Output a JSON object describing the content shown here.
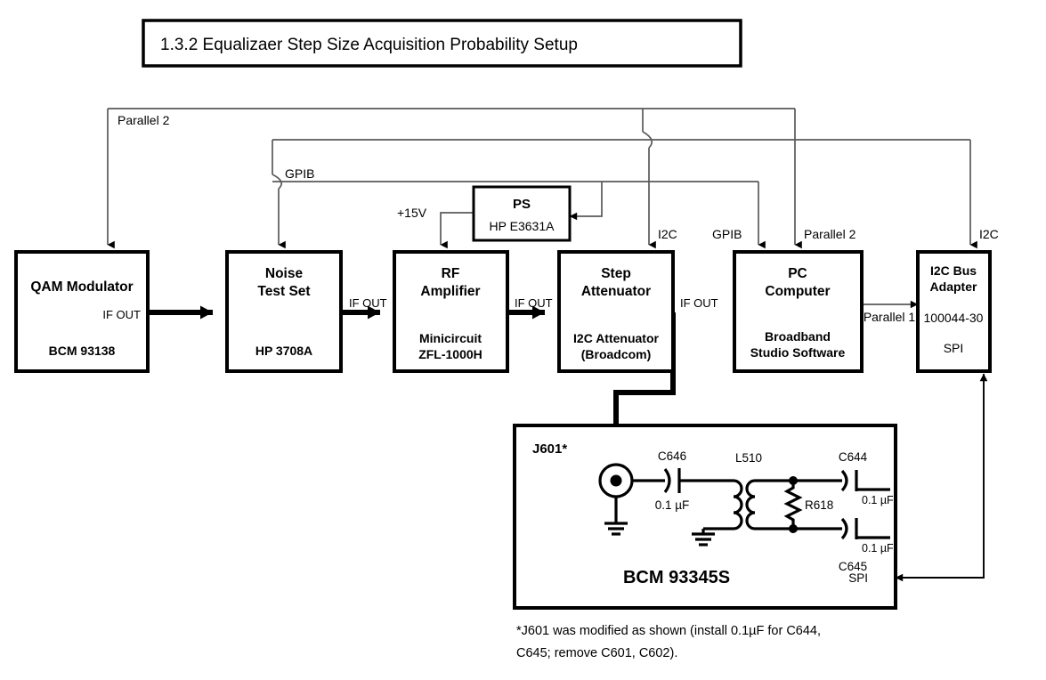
{
  "title": "1.3.2 Equalizaer Step Size Acquisition Probability Setup",
  "blocks": {
    "qam_modulator": {
      "line1": "QAM Modulator",
      "port_out": "IF OUT",
      "model": "BCM 93138"
    },
    "noise_test_set": {
      "line1": "Noise",
      "line2": "Test Set",
      "model": "HP 3708A",
      "port_out": "IF OUT"
    },
    "rf_amplifier": {
      "line1": "RF",
      "line2": "Amplifier",
      "model1": "Minicircuit",
      "model2": "ZFL-1000H",
      "port_out": "IF OUT"
    },
    "step_attenuator": {
      "line1": "Step",
      "line2": "Attenuator",
      "model1": "I2C Attenuator",
      "model2": "(Broadcom)",
      "port_out": "IF OUT"
    },
    "pc_computer": {
      "line1": "PC",
      "line2": "Computer",
      "model1": "Broadband",
      "model2": "Studio Software"
    },
    "i2c_bus_adapter": {
      "line1": "I2C Bus",
      "line2": "Adapter",
      "model1": "100044-30",
      "model2": "SPI"
    },
    "power_supply": {
      "line1": "PS",
      "model": "HP E3631A"
    },
    "dut": {
      "label": "BCM 93345S",
      "connector": "J601*",
      "spi_port": "SPI"
    }
  },
  "net_labels": {
    "parallel2_left": "Parallel 2",
    "gpib_left": "GPIB",
    "plus15v": "+15V",
    "i2c_step": "I2C",
    "gpib_pc": "GPIB",
    "parallel2_pc": "Parallel 2",
    "i2c_adapter": "I2C",
    "parallel1": "Parallel 1"
  },
  "schematic": {
    "c646": {
      "ref": "C646",
      "value": "0.1 µF"
    },
    "l510": {
      "ref": "L510"
    },
    "r618": {
      "ref": "R618"
    },
    "c644": {
      "ref": "C644",
      "value": "0.1 µF"
    },
    "c645": {
      "ref": "C645",
      "value": "0.1 µF"
    }
  },
  "footnote": {
    "line1": "*J601 was modified as shown (install 0.1µF for C644,",
    "line2": "C645; remove C601, C602)."
  },
  "colors": {
    "ink": "#000000",
    "thin_wire": "#5a5a5a",
    "background": "#ffffff"
  }
}
